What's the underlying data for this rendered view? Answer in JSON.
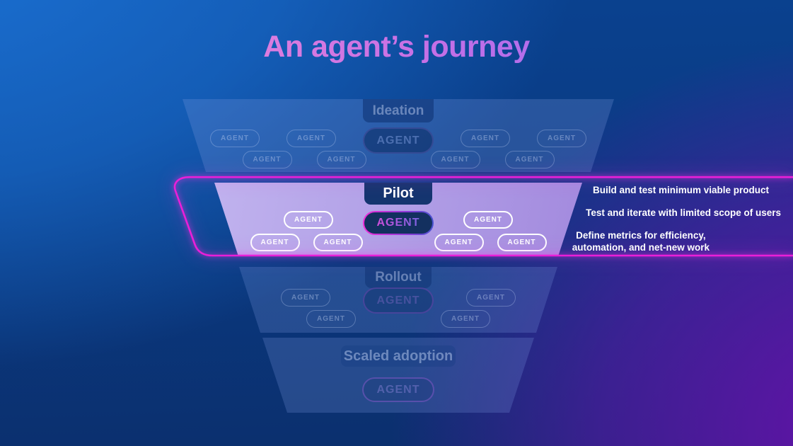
{
  "title": "An agent’s journey",
  "agent_label": "AGENT",
  "funnel": {
    "stages": [
      {
        "id": "ideation",
        "label": "Ideation",
        "state": "inactive",
        "pill_count": 9
      },
      {
        "id": "pilot",
        "label": "Pilot",
        "state": "active",
        "pill_count": 7
      },
      {
        "id": "rollout",
        "label": "Rollout",
        "state": "inactive",
        "pill_count": 5
      },
      {
        "id": "scaled-adoption",
        "label": "Scaled adoption",
        "state": "inactive",
        "pill_count": 1
      }
    ]
  },
  "annotations": [
    {
      "text": "Build and test minimum viable product"
    },
    {
      "text": "Test and iterate with limited scope of users"
    },
    {
      "lines": [
        "Define metrics for efficiency,",
        "automation, and net-new work"
      ]
    }
  ],
  "colors": {
    "highlight_magenta": "#ea1fd8",
    "title_gradient_start": "#ec86da",
    "title_gradient_end": "#9e6cf2",
    "pilot_fill": "#b2a1e7",
    "label_navy": "#14356f",
    "background_blue": "#1b71d2",
    "background_navy": "#0a3a82",
    "background_purple": "#6a10ad"
  }
}
